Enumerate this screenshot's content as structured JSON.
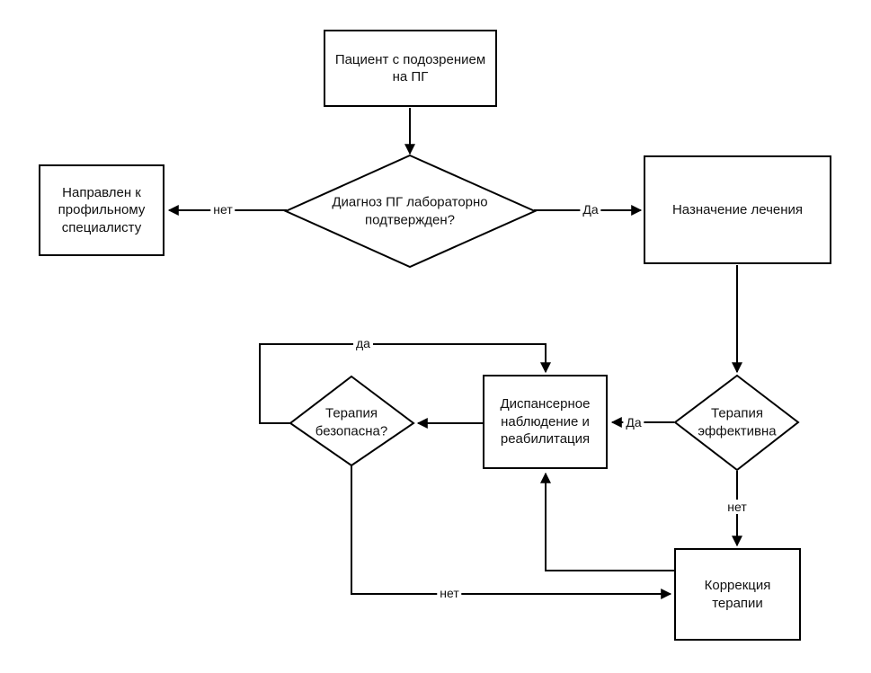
{
  "nodes": {
    "patient_suspected": {
      "label": "Пациент с подозрением на ПГ"
    },
    "diagnosis_confirmed": {
      "label": "Диагноз ПГ лабораторно подтвержден?"
    },
    "referred_specialist": {
      "label": "Направлен к профильному специалисту"
    },
    "treatment_prescribed": {
      "label": "Назначение лечения"
    },
    "therapy_effective": {
      "label": "Терапия эффективна"
    },
    "dispensary_observation": {
      "label": "Диспансерное наблюдение и реабилитация"
    },
    "therapy_safe": {
      "label": "Терапия безопасна?"
    },
    "therapy_correction": {
      "label": "Коррекция терапии"
    }
  },
  "edge_labels": {
    "diagnosis_no": "нет",
    "diagnosis_yes": "Да",
    "effective_yes": "Да",
    "effective_no": "нет",
    "safe_yes": "да",
    "safe_no": "нет"
  },
  "colors": {
    "line": "#000000",
    "background": "#ffffff",
    "text": "#111111"
  }
}
